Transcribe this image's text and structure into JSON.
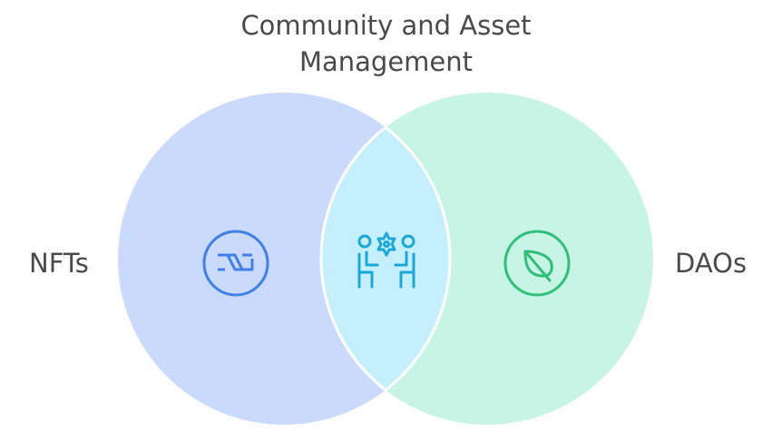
{
  "title": {
    "line1": "Community and Asset",
    "line2": "Management"
  },
  "sets": [
    {
      "id": "left",
      "label": "NFTs",
      "icon": "nft-icon",
      "fill": "#c9dafc",
      "stroke": "#3f7fe6"
    },
    {
      "id": "right",
      "label": "DAOs",
      "icon": "dao-leaf-icon",
      "fill": "#c7f4e4",
      "stroke": "#2fbf7a"
    }
  ],
  "intersection": {
    "icon": "collaboration-icon",
    "fill": "#c5effc",
    "stroke": "#1aa8d8"
  },
  "colors": {
    "text": "#4a4a4a",
    "background": "#ffffff",
    "separator": "#ffffff"
  }
}
